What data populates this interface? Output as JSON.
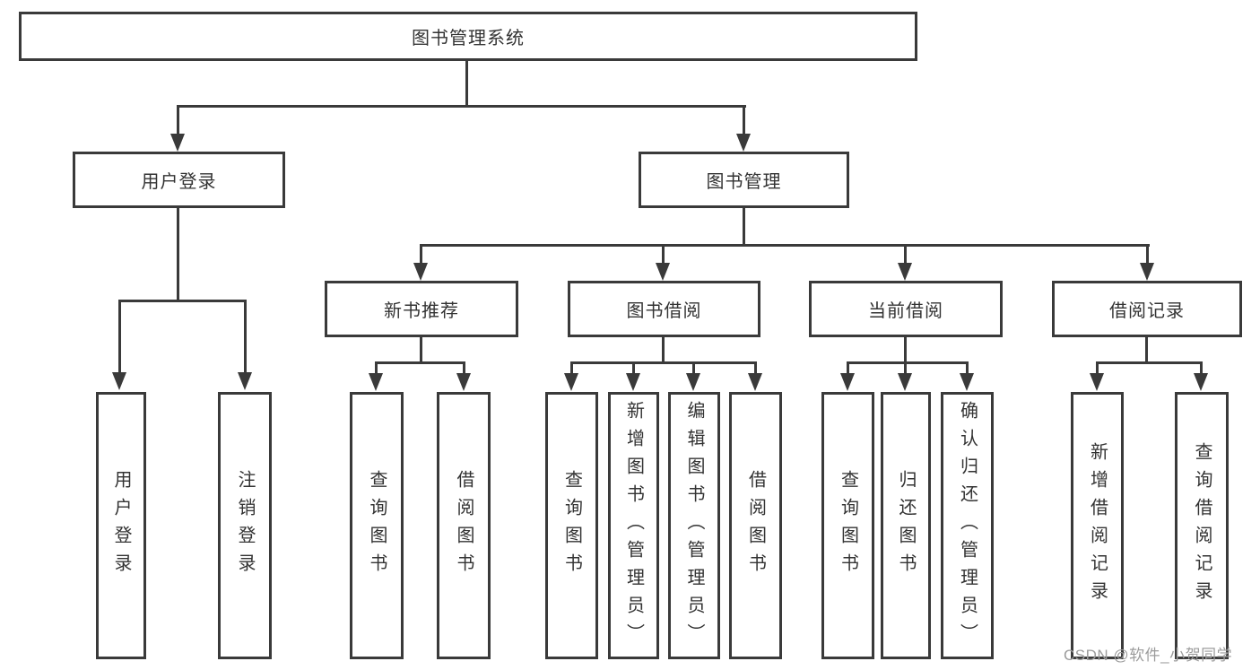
{
  "diagram": {
    "title": "图书管理系统",
    "root": {
      "label": "图书管理系统"
    },
    "level2": [
      {
        "label": "用户登录"
      },
      {
        "label": "图书管理"
      }
    ],
    "level3": [
      {
        "label": "新书推荐"
      },
      {
        "label": "图书借阅"
      },
      {
        "label": "当前借阅"
      },
      {
        "label": "借阅记录"
      }
    ],
    "leaves": {
      "user_login": [
        {
          "label": "用户登录"
        },
        {
          "label": "注销登录"
        }
      ],
      "new_books": [
        {
          "label": "查询图书"
        },
        {
          "label": "借阅图书"
        }
      ],
      "book_borrow": [
        {
          "label": "查询图书"
        },
        {
          "label": "新增图书（管理员）"
        },
        {
          "label": "编辑图书（管理员）"
        },
        {
          "label": "借阅图书"
        }
      ],
      "current_borrow": [
        {
          "label": "查询图书"
        },
        {
          "label": "归还图书"
        },
        {
          "label": "确认归还（管理员）"
        }
      ],
      "borrow_records": [
        {
          "label": "新增借阅记录"
        },
        {
          "label": "查询借阅记录"
        }
      ]
    },
    "colors": {
      "line": "#3a3a3a",
      "text": "#333333",
      "watermark": "#9c9c9c",
      "background": "#ffffff"
    }
  },
  "watermark": {
    "text": "CSDN @软件_小贺同学"
  }
}
